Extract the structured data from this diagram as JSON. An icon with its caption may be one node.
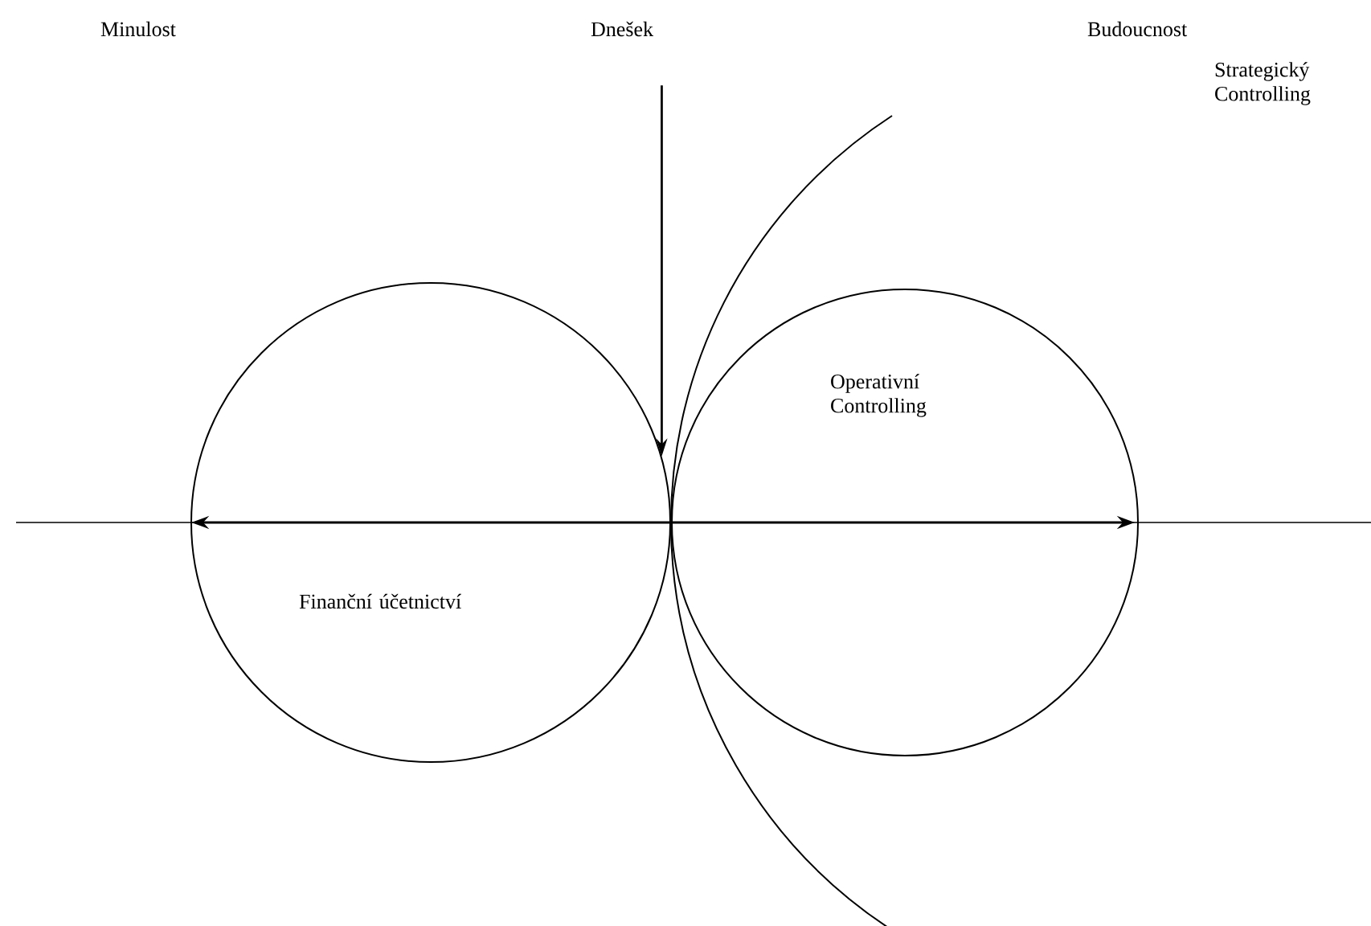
{
  "diagram": {
    "nodes": [
      {
        "text": [
          "Finanční účetnictví"
        ]
      },
      {
        "text": [
          "Operativní Controlling"
        ]
      },
      {
        "text": [
          "Dnešek"
        ]
      }
    ],
    "edges": [
      {
        "from": 2,
        "to": 0,
        "arrow": "to"
      }
    ],
    "labels": [
      "Minulost",
      "Budoucnost",
      "Strategický Controlling"
    ]
  }
}
